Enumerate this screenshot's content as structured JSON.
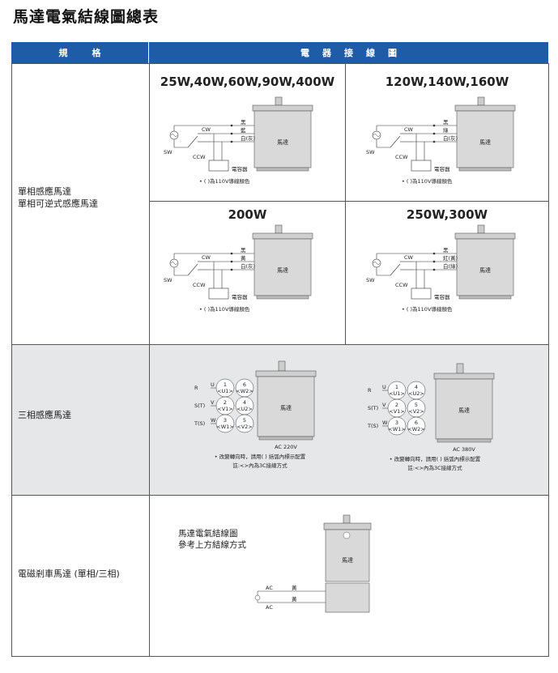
{
  "page_title": "馬達電氣結線圖總表",
  "header": {
    "spec": "規　格",
    "spec_chars": [
      "規",
      "格"
    ],
    "wiring": "電 器 接 線 圖",
    "wiring_chars": [
      "電",
      "器",
      "接",
      "線",
      "圖"
    ]
  },
  "rows": {
    "single_phase": {
      "label_lines": [
        "單相感應馬達",
        "單相可逆式感應馬達"
      ]
    },
    "three_phase": {
      "label": "三相感應馬達"
    },
    "brake": {
      "label": "電磁剎車馬達 (單相/三相)"
    }
  },
  "single_diagrams": [
    {
      "title": "25W,40W,60W,90W,400W",
      "wires": [
        "黑",
        "藍",
        "白(灰)"
      ]
    },
    {
      "title": "120W,140W,160W",
      "wires": [
        "黑",
        "綠",
        "白(灰)"
      ]
    },
    {
      "title": "200W",
      "wires": [
        "黑",
        "黃",
        "白(灰)"
      ]
    },
    {
      "title": "250W,300W",
      "wires": [
        "黑",
        "紅(黃)",
        "白(綠)"
      ]
    }
  ],
  "single_common": {
    "motor": "馬達",
    "cw": "CW",
    "ccw": "CCW",
    "sw": "SW",
    "capacitor": "電容器",
    "note": "• ( )為110V導線顏色"
  },
  "three_phase_diagrams": [
    {
      "voltage": "AC 220V",
      "phases": [
        "R",
        "S(T)",
        "T(S)"
      ],
      "uvw": [
        "U",
        "V",
        "W"
      ],
      "circles_left": [
        [
          "1",
          "<U1>"
        ],
        [
          "2",
          "<V1>"
        ],
        [
          "3",
          "<W1>"
        ]
      ],
      "circles_right": [
        [
          "6",
          "<W2>"
        ],
        [
          "4",
          "<U2>"
        ],
        [
          "5",
          "<V2>"
        ]
      ],
      "note1": "• 改變轉向時，請用( ) 括弧內標示配置",
      "note2": "註:<>內為3C接線方式"
    },
    {
      "voltage": "AC 380V",
      "phases": [
        "R",
        "S(T)",
        "T(S)"
      ],
      "uvw": [
        "U",
        "V",
        "W"
      ],
      "circles_left": [
        [
          "1",
          "<U1>"
        ],
        [
          "2",
          "<V1>"
        ],
        [
          "3",
          "<W1>"
        ]
      ],
      "circles_right": [
        [
          "4",
          "<U2>"
        ],
        [
          "5",
          "<V2>"
        ],
        [
          "6",
          "<W2>"
        ]
      ],
      "note1": "• 改變轉向時，請用( ) 括弧內標示配置",
      "note2": "註:<>內為3C接線方式"
    }
  ],
  "three_common": {
    "motor": "馬達"
  },
  "brake_diagram": {
    "note_lines": [
      "馬達電氣結線圖",
      "參考上方結線方式"
    ],
    "motor": "馬達",
    "ac1": "AC",
    "ac2": "AC",
    "wire1": "黃",
    "wire2": "黃"
  },
  "colors": {
    "header_bg": "#1f5ca8",
    "gray_bg": "#e6e7e9",
    "motor_fill": "#d9d9d9"
  }
}
